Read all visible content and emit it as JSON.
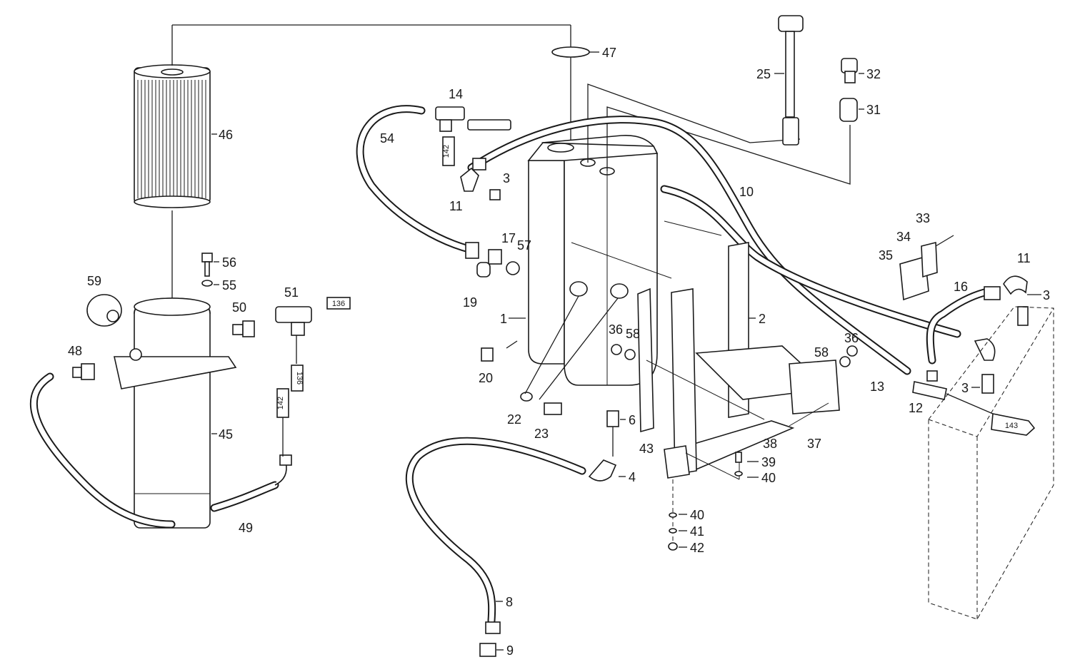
{
  "diagram": {
    "part_numbers": [
      "1",
      "2",
      "3",
      "4",
      "6",
      "8",
      "9",
      "10",
      "11",
      "12",
      "13",
      "14",
      "16",
      "17",
      "19",
      "20",
      "22",
      "23",
      "25",
      "31",
      "32",
      "33",
      "34",
      "35",
      "36",
      "37",
      "38",
      "39",
      "40",
      "41",
      "42",
      "43",
      "45",
      "46",
      "47",
      "48",
      "49",
      "50",
      "51",
      "54",
      "55",
      "56",
      "57",
      "58",
      "59"
    ],
    "reference_tags": [
      "142",
      "136",
      "136",
      "142",
      "143"
    ]
  }
}
